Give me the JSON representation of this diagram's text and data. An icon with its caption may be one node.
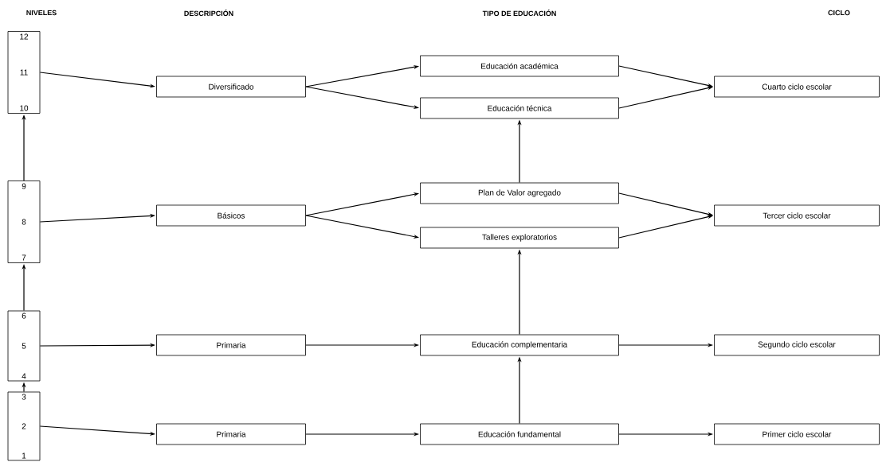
{
  "diagram": {
    "nodes": [
      {
        "text": [
          "12",
          "11",
          "10"
        ]
      },
      {
        "text": [
          "9",
          "8",
          "7"
        ]
      },
      {
        "text": [
          "6",
          "5",
          "4"
        ]
      },
      {
        "text": [
          "3",
          "2",
          "1"
        ]
      },
      {
        "text": [
          "Diversificado"
        ]
      },
      {
        "text": [
          "Básicos"
        ]
      },
      {
        "text": [
          "Primaria"
        ]
      },
      {
        "text": [
          "Primaria"
        ]
      },
      {
        "text": [
          "Educación académica"
        ]
      },
      {
        "text": [
          "Educación técnica"
        ]
      },
      {
        "text": [
          "Plan de Valor agregado"
        ]
      },
      {
        "text": [
          "Talleres exploratorios"
        ]
      },
      {
        "text": [
          "Educación complementaria"
        ]
      },
      {
        "text": [
          "Educación fundamental"
        ]
      },
      {
        "text": [
          "Cuarto ciclo escolar"
        ]
      },
      {
        "text": [
          "Tercer ciclo escolar"
        ]
      },
      {
        "text": [
          "Segundo ciclo escolar"
        ]
      },
      {
        "text": [
          "Primer ciclo escolar"
        ]
      }
    ],
    "edges": [
      {
        "from": 0,
        "to": 4,
        "arrow": "to"
      },
      {
        "from": 4,
        "to": 8,
        "arrow": "to"
      },
      {
        "from": 4,
        "to": 9,
        "arrow": "to"
      },
      {
        "from": 8,
        "to": 14,
        "arrow": "to"
      },
      {
        "from": 9,
        "to": 14,
        "arrow": "to"
      },
      {
        "from": 1,
        "to": 0,
        "arrow": "to"
      },
      {
        "from": 1,
        "to": 5,
        "arrow": "to"
      },
      {
        "from": 5,
        "to": 10,
        "arrow": "to"
      },
      {
        "from": 5,
        "to": 11,
        "arrow": "to"
      },
      {
        "from": 10,
        "to": 15,
        "arrow": "to"
      },
      {
        "from": 11,
        "to": 15,
        "arrow": "to"
      },
      {
        "from": 10,
        "to": 9,
        "arrow": "to"
      },
      {
        "from": 2,
        "to": 1,
        "arrow": "to"
      },
      {
        "from": 2,
        "to": 6,
        "arrow": "to"
      },
      {
        "from": 6,
        "to": 12,
        "arrow": "to"
      },
      {
        "from": 12,
        "to": 16,
        "arrow": "to"
      },
      {
        "from": 12,
        "to": 11,
        "arrow": "to"
      },
      {
        "from": 3,
        "to": 2,
        "arrow": "to"
      },
      {
        "from": 3,
        "to": 7,
        "arrow": "to"
      },
      {
        "from": 7,
        "to": 13,
        "arrow": "to"
      },
      {
        "from": 13,
        "to": 17,
        "arrow": "to"
      },
      {
        "from": 13,
        "to": 12,
        "arrow": "to"
      }
    ],
    "labels": [
      "NIVELES",
      "DESCRIPCIÓN",
      "TIPO DE EDUCACIÓN",
      "CICLO"
    ]
  }
}
